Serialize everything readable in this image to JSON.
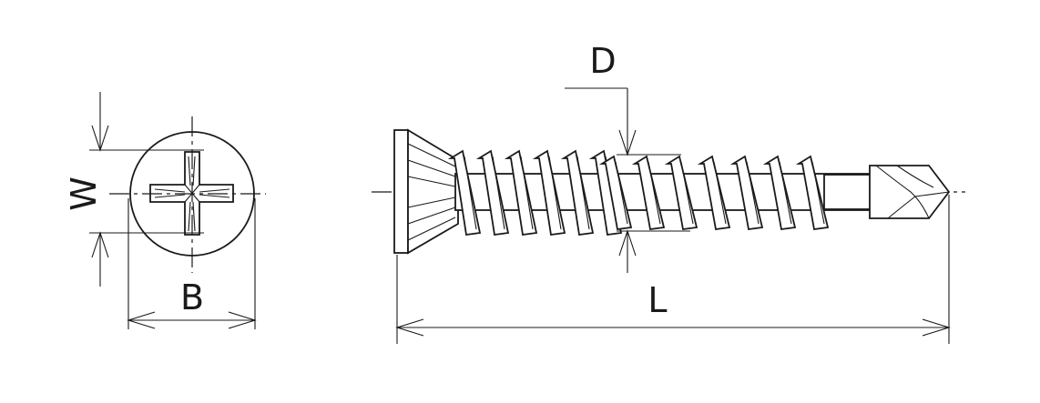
{
  "labels": {
    "width": "W",
    "head_diameter": "B",
    "shank_diameter": "D",
    "length": "L"
  },
  "colors": {
    "line": "#1a1a1a",
    "background": "#ffffff"
  }
}
